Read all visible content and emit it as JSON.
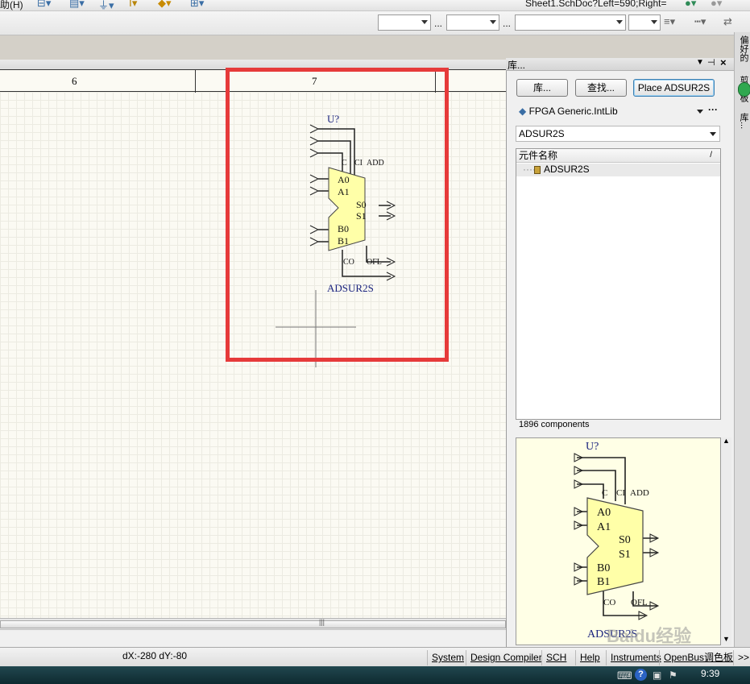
{
  "toolbar": {
    "menu_fragment": "助(H)",
    "address": "Sheet1.SchDoc?Left=590;Right="
  },
  "document": {
    "zones": [
      "6",
      "7"
    ],
    "component": {
      "designator": "U?",
      "comment": "ADSUR2S",
      "pins_top": [
        "C",
        "CI",
        "ADD"
      ],
      "pins_left_a": [
        "A0",
        "A1"
      ],
      "pins_left_b": [
        "B0",
        "B1"
      ],
      "pins_right": [
        "S0",
        "S1"
      ],
      "pins_bottom": [
        "CO",
        "OFL"
      ]
    }
  },
  "status": {
    "delta": "dX:-280 dY:-80"
  },
  "panel": {
    "title": "库...",
    "buttons": {
      "library": "库...",
      "search": "查找...",
      "place": "Place ADSUR2S"
    },
    "library_selector": "FPGA Generic.IntLib",
    "filter": "ADSUR2S",
    "list": {
      "column_header": "元件名称",
      "sort_indicator": "/",
      "items": [
        "ADSUR2S"
      ]
    },
    "component_count": "1896 components"
  },
  "status_tabs": [
    "System",
    "Design Compiler",
    "SCH",
    "Help",
    "Instruments",
    "OpenBus调色板"
  ],
  "status_more": ">>",
  "side_tabs": [
    "偏好的",
    "剪贴板",
    "库..."
  ],
  "clock": "9:39",
  "watermark": "Baidu经验",
  "colors": {
    "highlight": "#e63a3a",
    "component_body": "#ffffa8",
    "component_text": "#1a237e",
    "sheet_bg": "#fbfaf3"
  }
}
